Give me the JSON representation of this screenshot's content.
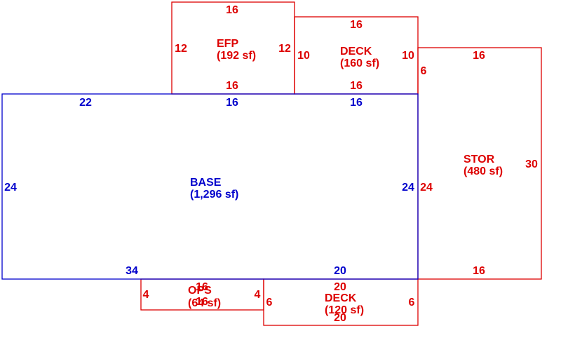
{
  "colors": {
    "base": "#0000cc",
    "addition": "#dd0000"
  },
  "areas": {
    "efp": {
      "code": "EFP",
      "area": "(192 sf)"
    },
    "deck_top": {
      "code": "DECK",
      "area": "(160 sf)"
    },
    "stor": {
      "code": "STOR",
      "area": "(480 sf)"
    },
    "base": {
      "code": "BASE",
      "area": "(1,296 sf)"
    },
    "ops": {
      "code": "OPS",
      "area": "(64 sf)"
    },
    "deck_bottom": {
      "code": "DECK",
      "area": "(120 sf)"
    }
  },
  "dimensions": {
    "efp": {
      "top": "16",
      "left": "12",
      "right": "12",
      "bottom": "16"
    },
    "deck_top": {
      "top": "16",
      "left": "10",
      "right": "10",
      "bottom": "16"
    },
    "stor": {
      "top": "16",
      "left": "6",
      "right": "30",
      "left_lower": "24",
      "bottom": "16"
    },
    "base": {
      "top_left": "22",
      "top_mid": "16",
      "top_right": "16",
      "left": "24",
      "right": "24",
      "bottom_left": "34",
      "bottom_right": "20"
    },
    "ops": {
      "top": "16",
      "left": "4",
      "right": "4",
      "bottom": "16"
    },
    "deck_bottom": {
      "top": "20",
      "left": "6",
      "right": "6",
      "bottom": "20"
    }
  }
}
